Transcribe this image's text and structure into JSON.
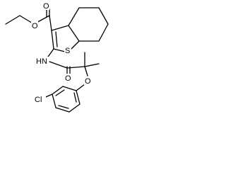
{
  "molecule": {
    "atoms": {
      "carbonyl_o": "O",
      "ester_o": "O",
      "sulfur": "S",
      "amide_n": "HN",
      "amide_o": "O",
      "ether_o": "O",
      "chlorine": "Cl"
    }
  },
  "colors": {
    "bond": "#000000",
    "text": "#000000",
    "background": "#ffffff"
  }
}
